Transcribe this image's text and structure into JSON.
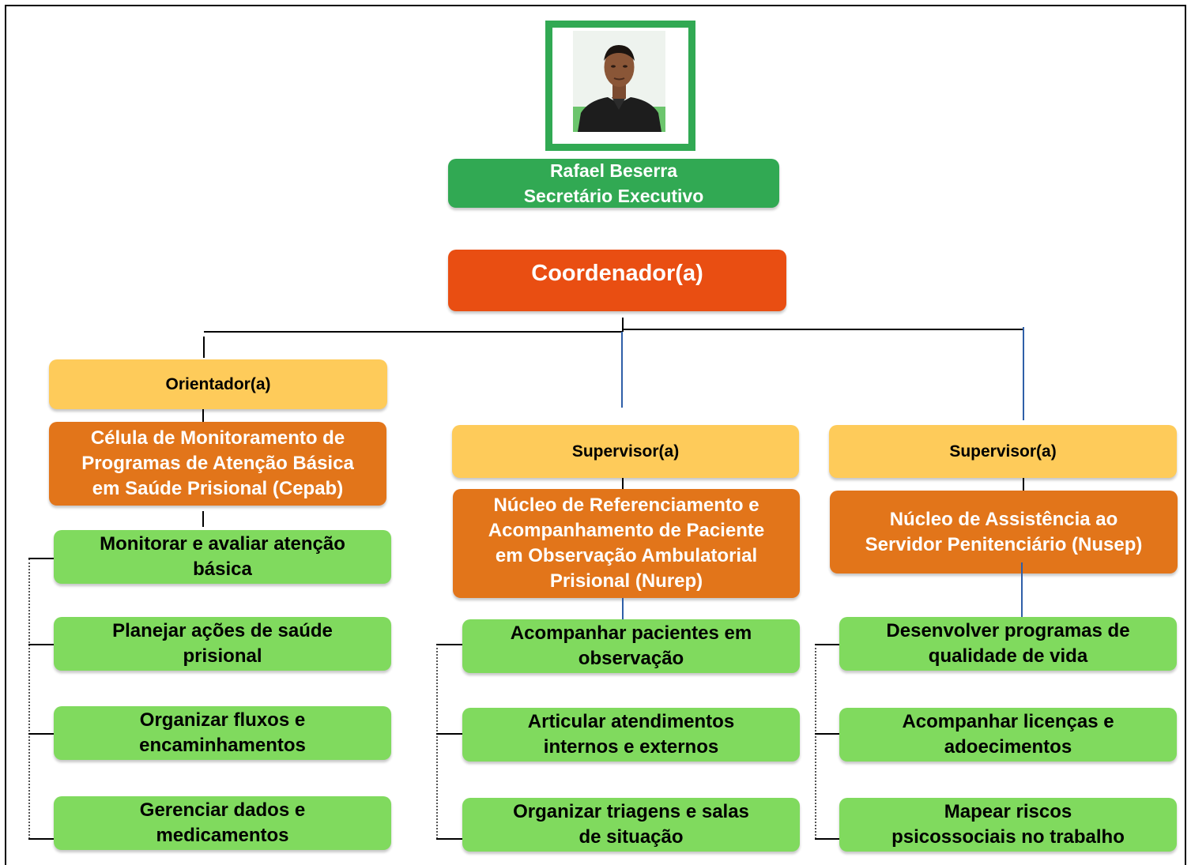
{
  "executive": {
    "name": "Rafael Beserra",
    "role": "Secretário Executivo"
  },
  "coordinator": {
    "label": "Coordenador(a)"
  },
  "branches": [
    {
      "supervisor": "Orientador(a)",
      "unit_lines": [
        "Célula de Monitoramento de",
        "Programas de Atenção Básica",
        "em Saúde Prisional (Cepab)"
      ],
      "tasks": [
        [
          "Monitorar e avaliar atenção",
          "básica"
        ],
        [
          "Planejar ações de saúde",
          "prisional"
        ],
        [
          "Organizar fluxos e",
          "encaminhamentos"
        ],
        [
          "Gerenciar dados e",
          "medicamentos"
        ]
      ]
    },
    {
      "supervisor": "Supervisor(a)",
      "unit_lines": [
        "Núcleo de Referenciamento e",
        "Acompanhamento de Paciente",
        "em Observação Ambulatorial",
        "Prisional (Nurep)"
      ],
      "tasks": [
        [
          "Acompanhar pacientes em",
          "observação"
        ],
        [
          "Articular atendimentos",
          "internos e externos"
        ],
        [
          "Organizar triagens e salas",
          "de situação"
        ]
      ]
    },
    {
      "supervisor": "Supervisor(a)",
      "unit_lines": [
        "Núcleo de Assistência ao",
        "Servidor Penitenciário (Nusep)"
      ],
      "tasks": [
        [
          "Desenvolver programas de",
          "qualidade de vida"
        ],
        [
          "Acompanhar licenças e",
          "adoecimentos"
        ],
        [
          "Mapear riscos",
          "psicossociais no trabalho"
        ]
      ]
    }
  ],
  "colors": {
    "executive": "#31a953",
    "coordinator": "#e94e12",
    "supervisor": "#fecb5a",
    "unit": "#e2751a",
    "task": "#80da5e"
  }
}
